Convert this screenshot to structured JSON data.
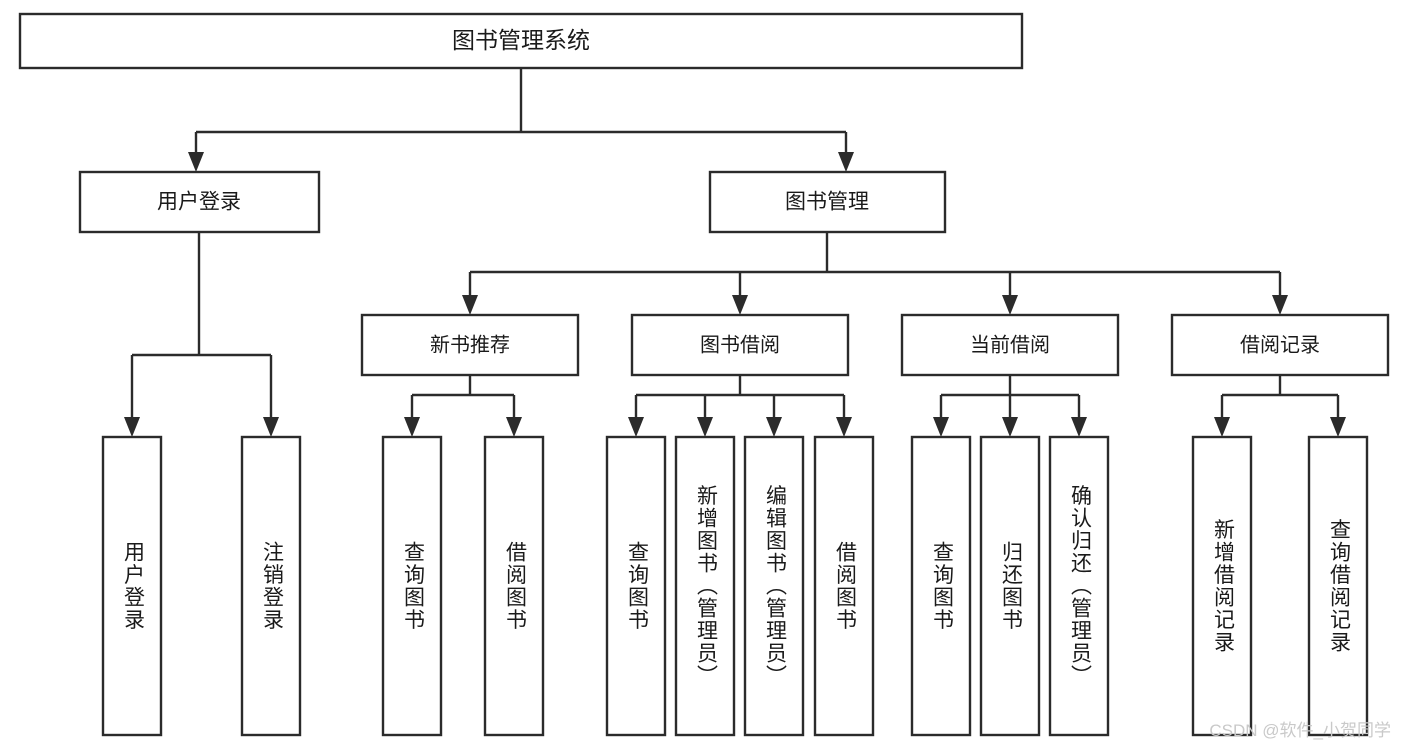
{
  "diagram": {
    "type": "tree",
    "title": "图书管理系统",
    "watermark": "CSDN @软件_小贺同学",
    "colors": {
      "background": "#ffffff",
      "stroke": "#2b2b2b",
      "box_fill": "#ffffff",
      "text": "#1a1a1a",
      "watermark": "#c9c9c9"
    },
    "root": {
      "label": "图书管理系统"
    },
    "level1": [
      {
        "label": "用户登录"
      },
      {
        "label": "图书管理"
      }
    ],
    "level2": [
      {
        "label": "新书推荐"
      },
      {
        "label": "图书借阅"
      },
      {
        "label": "当前借阅"
      },
      {
        "label": "借阅记录"
      }
    ],
    "leaves": {
      "user_login": [
        {
          "label": "用户登录"
        },
        {
          "label": "注销登录"
        }
      ],
      "new_book_recommend": [
        {
          "label": "查询图书"
        },
        {
          "label": "借阅图书"
        }
      ],
      "book_borrow": [
        {
          "label": "查询图书"
        },
        {
          "label": "新增图书（管理员）"
        },
        {
          "label": "编辑图书（管理员）"
        },
        {
          "label": "借阅图书"
        }
      ],
      "current_borrow": [
        {
          "label": "查询图书"
        },
        {
          "label": "归还图书"
        },
        {
          "label": "确认归还（管理员）"
        }
      ],
      "borrow_record": [
        {
          "label": "新增借阅记录"
        },
        {
          "label": "查询借阅记录"
        }
      ]
    }
  }
}
